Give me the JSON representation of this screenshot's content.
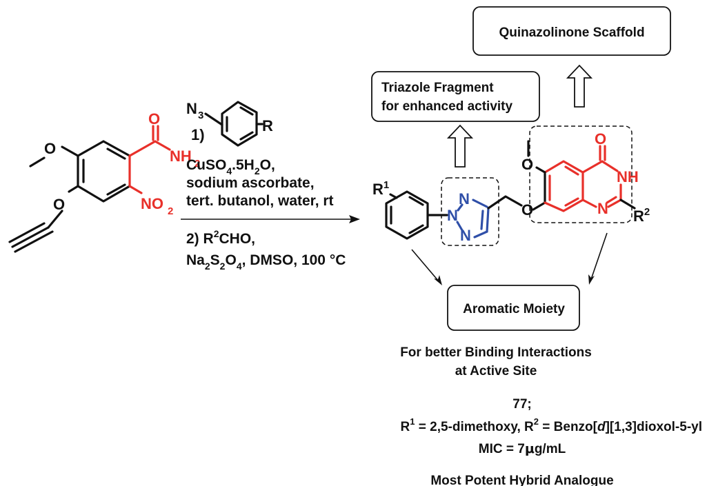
{
  "start_material": {
    "o_methyl": "O",
    "o_propargyl": "O",
    "amide_o": "O",
    "amide_n": "NH",
    "amide_sub": "2",
    "nitro_n": "NO",
    "nitro_sub": "2"
  },
  "reagent_azide": {
    "n3_n": "N",
    "n3_sub": "3",
    "r": "R"
  },
  "conditions": {
    "step1_num": "1)",
    "line1_a": "CuSO",
    "line1_sub": "4",
    "line1_b": ".5H",
    "line1_sub2": "2",
    "line1_c": "O,",
    "line2": "sodium ascorbate,",
    "line3": "tert. butanol, water, rt",
    "step2_a": "2) R",
    "step2_sup": "2",
    "step2_b": "CHO,",
    "line5_a": "Na",
    "line5_sub1": "2",
    "line5_b": "S",
    "line5_sub2": "2",
    "line5_c": "O",
    "line5_sub3": "4",
    "line5_d": ", DMSO, 100 °C"
  },
  "product": {
    "r1": "R",
    "r1_sup": "1",
    "triazole_n1": "N",
    "triazole_n2": "N",
    "triazole_n3": "N",
    "o_methyl": "O",
    "o_link": "O",
    "carbonyl_o": "O",
    "nh": "NH",
    "n_ring": "N",
    "r2": "R",
    "r2_sup": "2"
  },
  "boxes": {
    "quinazolinone": "Quinazolinone Scaffold",
    "triazole_line1": "Triazole Fragment",
    "triazole_line2": "for enhanced activity",
    "aromatic": "Aromatic Moiety"
  },
  "caption": {
    "binding_line1": "For better Binding Interactions",
    "binding_line2": "at Active Site",
    "compound": "77;",
    "r1_label": "R",
    "r1_sup": "1",
    "r1_value": " = 2,5-dimethoxy, R",
    "r2_sup": "2",
    "r2_value_a": " = Benzo[",
    "r2_italic": "d",
    "r2_value_b": "][1,3]dioxol-5-yl",
    "mic_a": "MIC = 7",
    "mic_mu": "μ",
    "mic_b": "g/mL",
    "potent": "Most Potent Hybrid Analogue"
  },
  "colors": {
    "highlight_red": "#e8302a",
    "highlight_blue": "#2f4fa8"
  }
}
